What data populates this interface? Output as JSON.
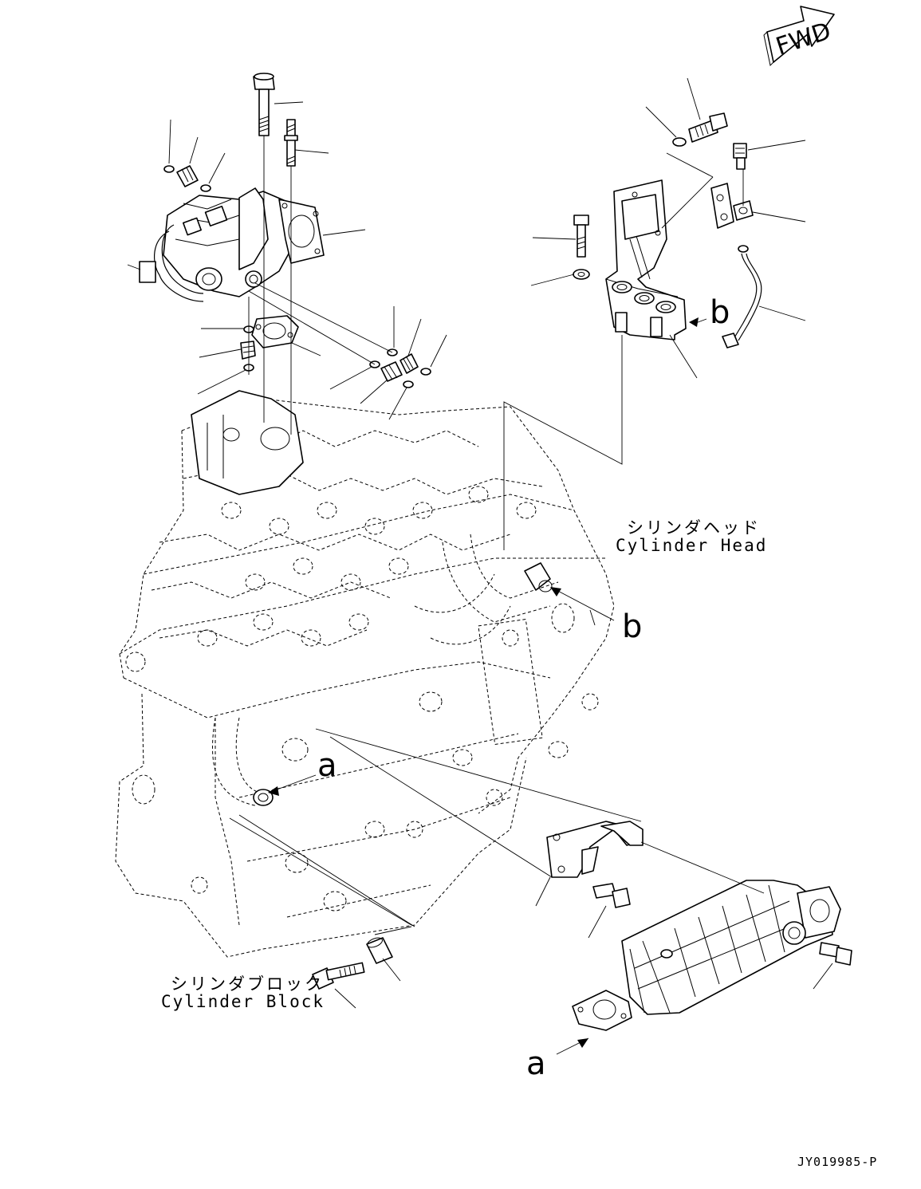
{
  "forward_marker": {
    "text": "FWD"
  },
  "callouts": {
    "cylinder_head_jp": "シリンダヘッド",
    "cylinder_head_en": "Cylinder Head",
    "cylinder_block_jp": "シリンダブロック",
    "cylinder_block_en": "Cylinder Block"
  },
  "connection_refs": {
    "a_upper": "a",
    "a_lower": "a",
    "b_upper": "b",
    "b_lower": "b"
  },
  "drawing_code": "JY019985-P"
}
